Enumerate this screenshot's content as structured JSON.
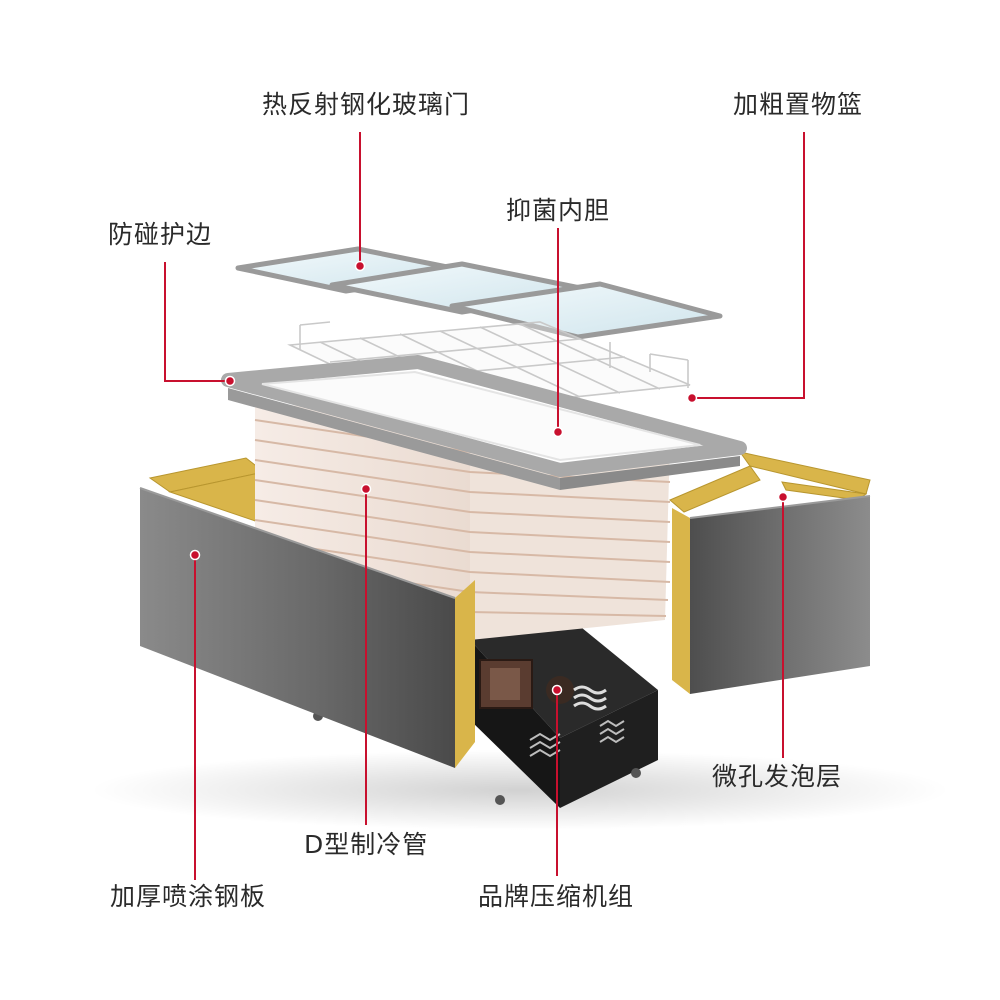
{
  "labels": {
    "glass_door": "热反射钢化玻璃门",
    "basket": "加粗置物篮",
    "inner_tank": "抑菌内胆",
    "bumper": "防碰护边",
    "foam_layer": "微孔发泡层",
    "cooling_pipe": "D型制冷管",
    "steel_plate": "加厚喷涂钢板",
    "compressor": "品牌压缩机组"
  },
  "colors": {
    "leader": "#c8102e",
    "foam": "#d9b54a",
    "steel": "#6c6c6c",
    "bumper": "#a9a9a9",
    "glass": "#dcecf2",
    "pipe": "#f1e4dc",
    "unit": "#1e1e1e"
  }
}
